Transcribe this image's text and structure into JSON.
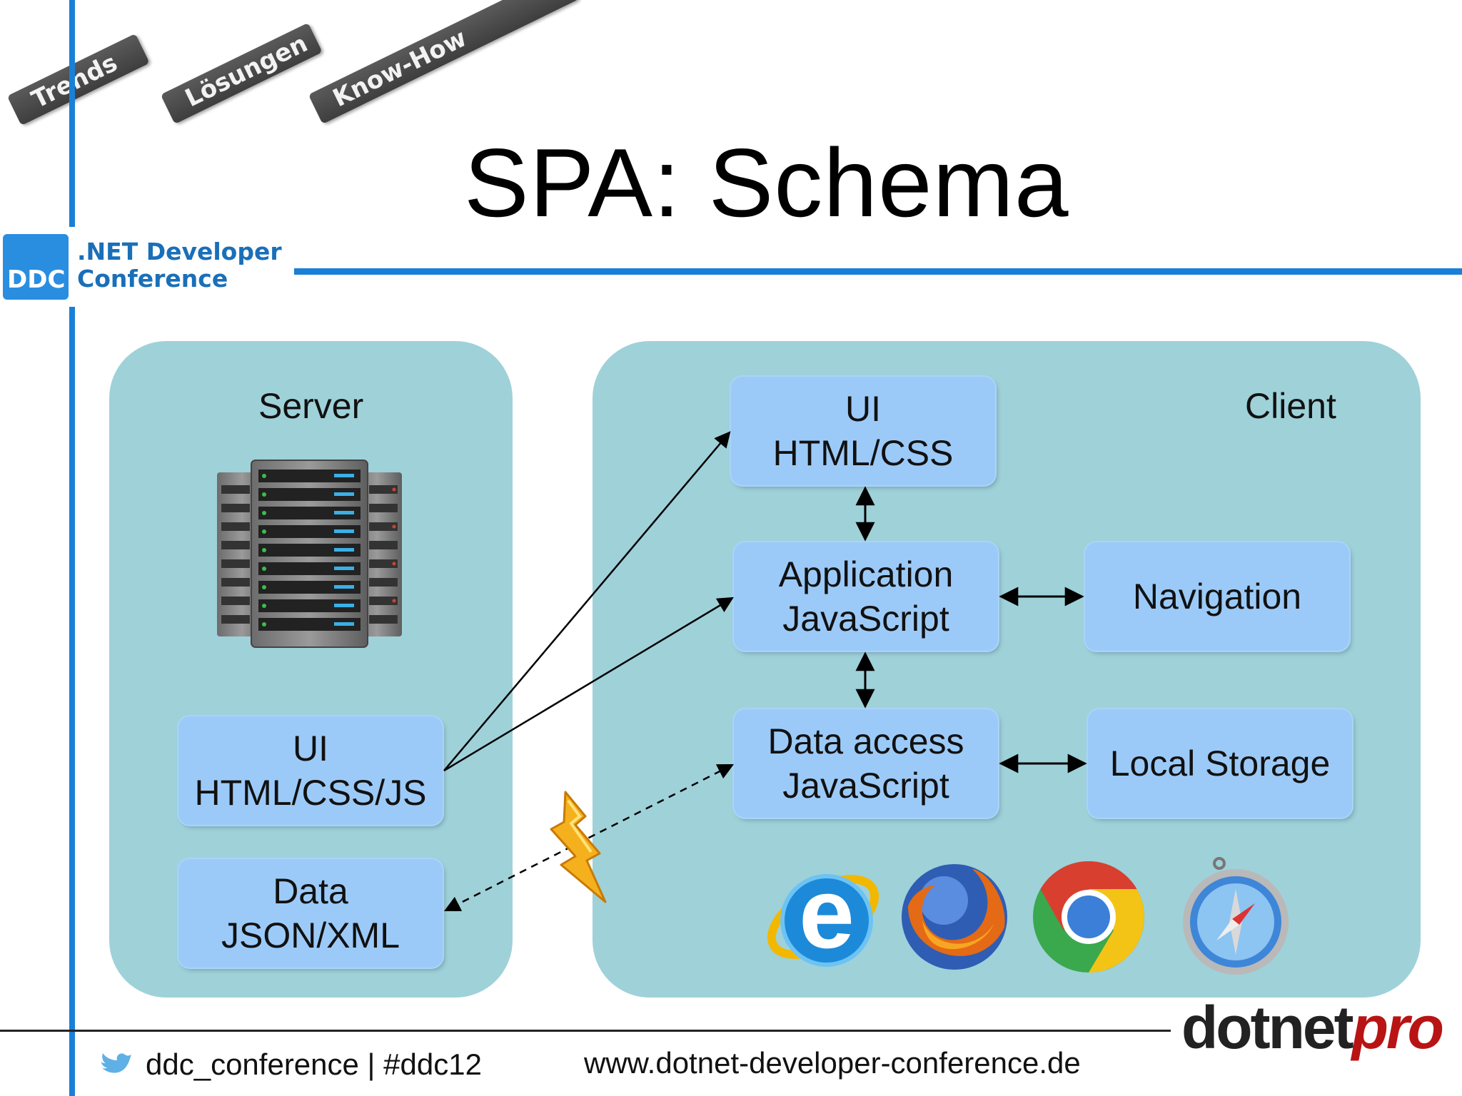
{
  "ribbons": [
    "Trends",
    "Lösungen",
    "Know-How"
  ],
  "title": "SPA: Schema",
  "logo": {
    "mark": "DDC",
    "line1": ".NET Developer",
    "line2": "Conference"
  },
  "server": {
    "label": "Server",
    "ui_box": {
      "line1": "UI",
      "line2": "HTML/CSS/JS"
    },
    "data_box": {
      "line1": "Data",
      "line2": "JSON/XML"
    },
    "icon": "server-rack-icon"
  },
  "client": {
    "label": "Client",
    "ui_box": {
      "line1": "UI",
      "line2": "HTML/CSS"
    },
    "app_box": {
      "line1": "Application",
      "line2": "JavaScript"
    },
    "data_box": {
      "line1": "Data access",
      "line2": "JavaScript"
    },
    "nav_box": {
      "line1": "Navigation"
    },
    "storage_box": {
      "line1": "Local Storage"
    },
    "browser_icons": [
      "internet-explorer-icon",
      "firefox-icon",
      "chrome-icon",
      "safari-icon"
    ]
  },
  "footer": {
    "twitter": "ddc_conference | #ddc12",
    "url": "www.dotnet-developer-conference.de",
    "brand_a": "dotnet",
    "brand_b": "pro"
  },
  "colors": {
    "accent": "#1a7fd6",
    "panel": "#9fd1d9",
    "box": "#9ccaf8",
    "brand_red": "#b81414"
  }
}
